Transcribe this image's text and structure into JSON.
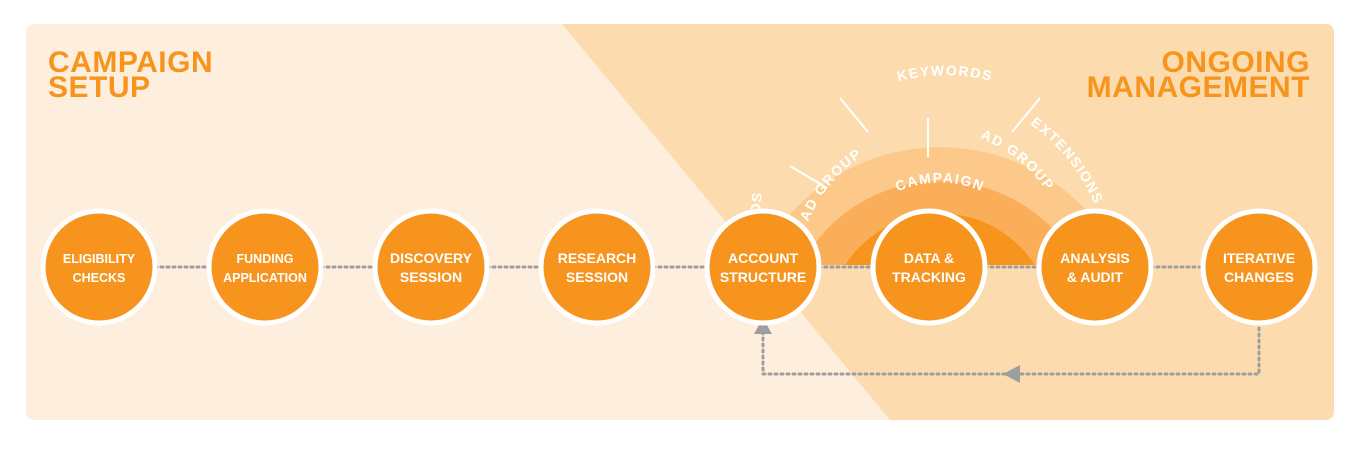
{
  "sections": {
    "setup": {
      "title_lines": [
        "CAMPAIGN",
        "SETUP"
      ]
    },
    "ongoing": {
      "title_lines": [
        "ONGOING",
        "MANAGEMENT"
      ]
    }
  },
  "steps": [
    {
      "id": "eligibility-checks",
      "lines": [
        "ELIGIBILITY",
        "CHECKS"
      ]
    },
    {
      "id": "funding-application",
      "lines": [
        "FUNDING",
        "APPLICATION"
      ]
    },
    {
      "id": "discovery-session",
      "lines": [
        "DISCOVERY",
        "SESSION"
      ]
    },
    {
      "id": "research-session",
      "lines": [
        "RESEARCH",
        "SESSION"
      ]
    },
    {
      "id": "account-structure",
      "lines": [
        "ACCOUNT",
        "STRUCTURE"
      ]
    },
    {
      "id": "data-tracking",
      "lines": [
        "DATA &",
        "TRACKING"
      ]
    },
    {
      "id": "analysis-audit",
      "lines": [
        "ANALYSIS",
        "& AUDIT"
      ]
    },
    {
      "id": "iterative-changes",
      "lines": [
        "ITERATIVE",
        "CHANGES"
      ]
    }
  ],
  "hierarchy": {
    "core": "CAMPAIGN",
    "middle": [
      "AD GROUP",
      "AD GROUP"
    ],
    "outer": [
      "ADS",
      "KEYWORDS",
      "EXTENSIONS"
    ]
  },
  "colors": {
    "setup_bg": "#fdeedd",
    "ongoing_bg": "#fcdcae",
    "circle": "#f7941d",
    "circle_border": "#ffffff",
    "arc_core": "#f7941d",
    "arc_middle": "#fbae59",
    "arc_outer": "#fcc98b",
    "connector": "#9e9e9e",
    "text_light": "#ffffff",
    "heading": "#f7941d"
  }
}
